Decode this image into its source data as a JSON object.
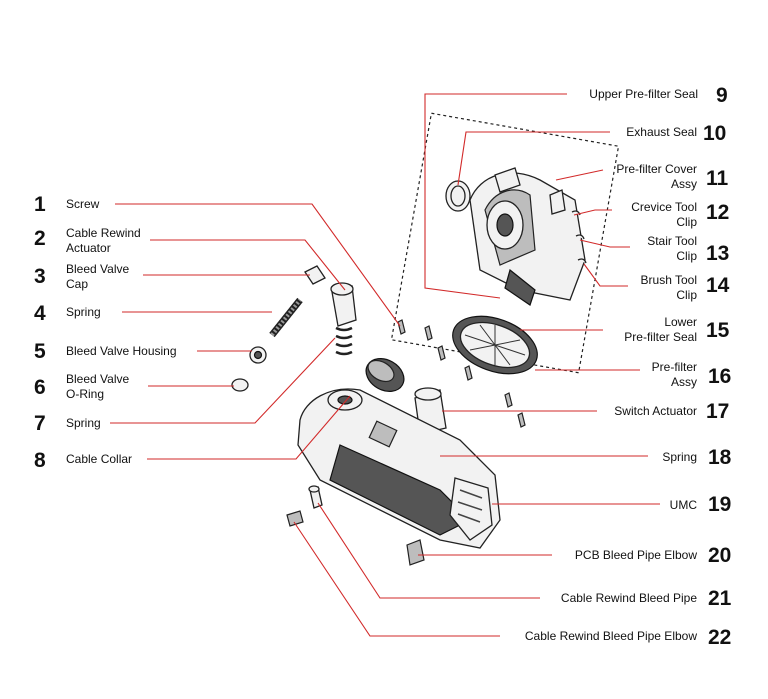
{
  "parts": [
    {
      "num": "1",
      "lines": [
        "Screw"
      ]
    },
    {
      "num": "2",
      "lines": [
        "Cable Rewind",
        "Actuator"
      ]
    },
    {
      "num": "3",
      "lines": [
        "Bleed Valve",
        "Cap"
      ]
    },
    {
      "num": "4",
      "lines": [
        "Spring"
      ]
    },
    {
      "num": "5",
      "lines": [
        "Bleed Valve Housing"
      ]
    },
    {
      "num": "6",
      "lines": [
        "Bleed Valve",
        "O-Ring"
      ]
    },
    {
      "num": "7",
      "lines": [
        "Spring"
      ]
    },
    {
      "num": "8",
      "lines": [
        "Cable Collar"
      ]
    },
    {
      "num": "9",
      "lines": [
        "Upper Pre-filter Seal"
      ]
    },
    {
      "num": "10",
      "lines": [
        "Exhaust Seal"
      ]
    },
    {
      "num": "11",
      "lines": [
        "Pre-filter Cover",
        "Assy"
      ]
    },
    {
      "num": "12",
      "lines": [
        "Crevice Tool",
        "Clip"
      ]
    },
    {
      "num": "13",
      "lines": [
        "Stair Tool",
        "Clip"
      ]
    },
    {
      "num": "14",
      "lines": [
        "Brush Tool",
        "Clip"
      ]
    },
    {
      "num": "15",
      "lines": [
        "Lower",
        "Pre-filter Seal"
      ]
    },
    {
      "num": "16",
      "lines": [
        "Pre-filter",
        "Assy"
      ]
    },
    {
      "num": "17",
      "lines": [
        "Switch Actuator"
      ]
    },
    {
      "num": "18",
      "lines": [
        "Spring"
      ]
    },
    {
      "num": "19",
      "lines": [
        "UMC"
      ]
    },
    {
      "num": "20",
      "lines": [
        "PCB Bleed Pipe Elbow"
      ]
    },
    {
      "num": "21",
      "lines": [
        "Cable Rewind Bleed Pipe"
      ]
    },
    {
      "num": "22",
      "lines": [
        "Cable Rewind Bleed Pipe Elbow"
      ]
    }
  ],
  "colors": {
    "leader": "#d22a2a",
    "text": "#111111"
  }
}
